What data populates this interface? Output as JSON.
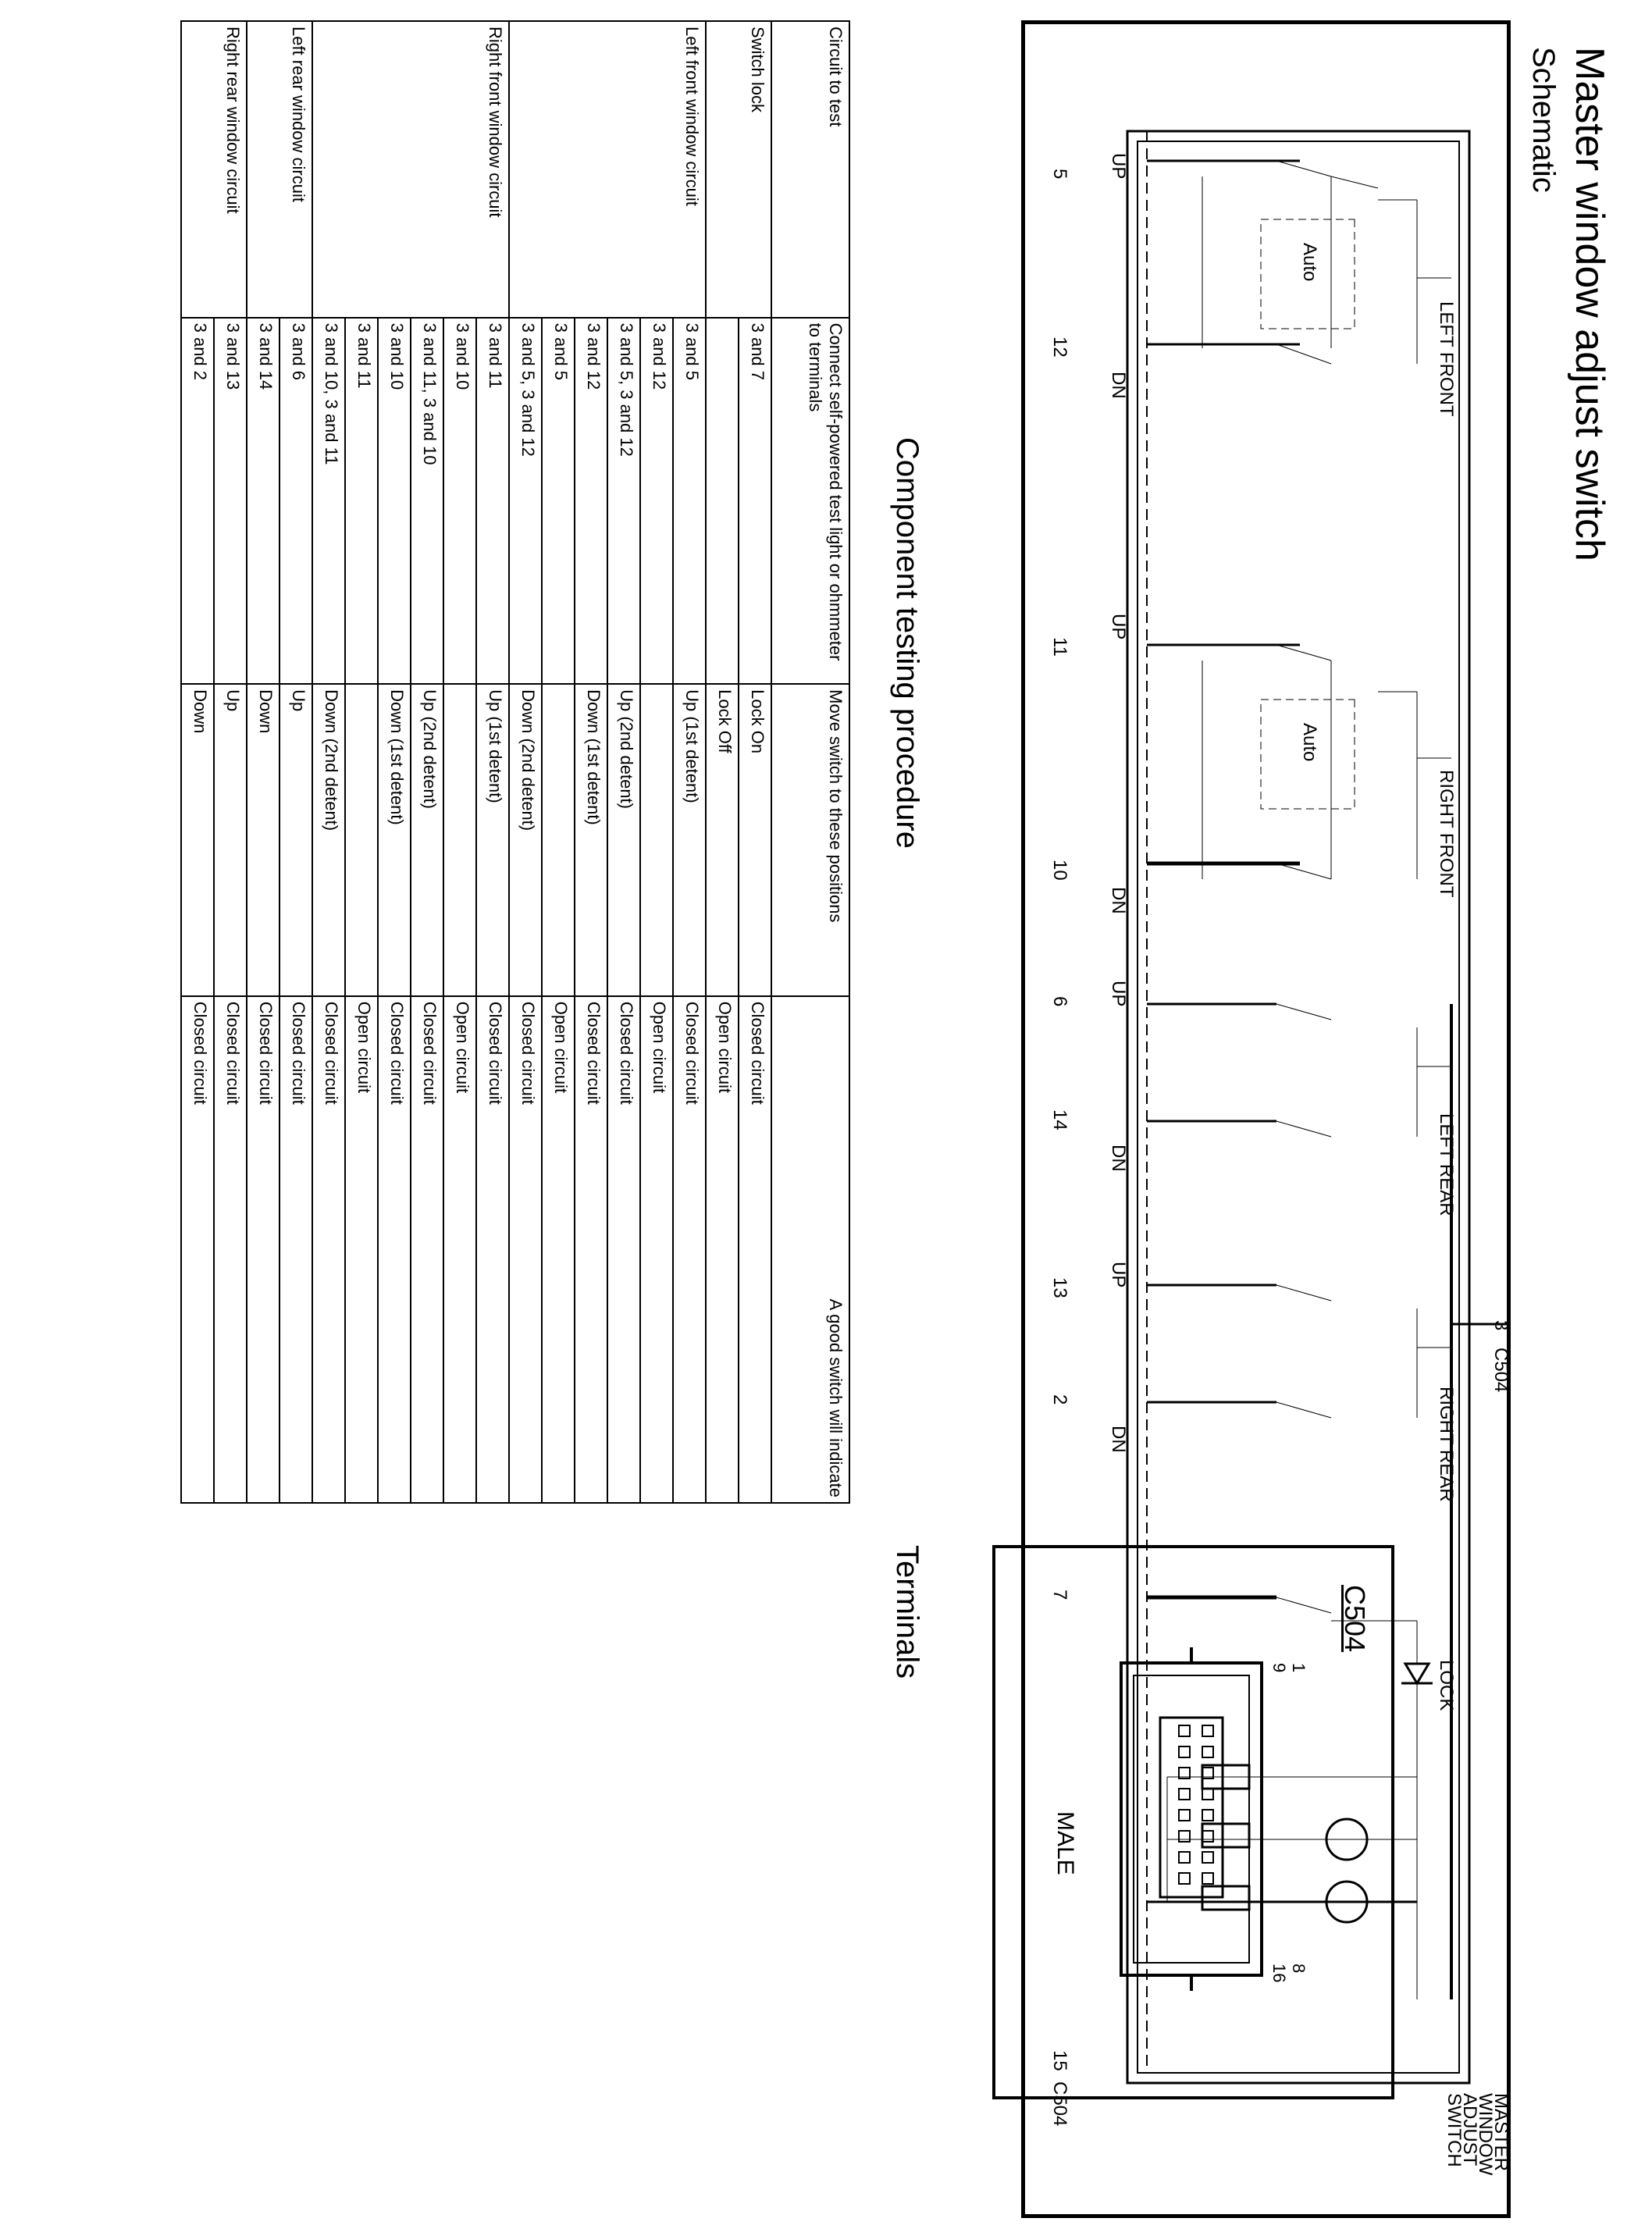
{
  "title": "Master window adjust switch",
  "schematic": {
    "heading": "Schematic",
    "section_labels": [
      "LEFT FRONT",
      "RIGHT FRONT",
      "LEFT REAR",
      "RIGHT REAR",
      "LOCK"
    ],
    "auto_label": "Auto",
    "up_label": "UP",
    "dn_label": "DN",
    "connector": "C504",
    "terminals": [
      "5",
      "12",
      "11",
      "10",
      "3",
      "6",
      "14",
      "13",
      "2",
      "7",
      "15"
    ],
    "caption_lines": [
      "MASTER",
      "WINDOW",
      "ADJUST",
      "SWITCH"
    ]
  },
  "procedure": {
    "heading": "Component testing procedure",
    "headers": [
      "Circuit to test",
      "Connect self-powered test light or ohmmeter to terminals",
      "Move switch to these positions",
      "A good switch will indicate"
    ],
    "groups": [
      {
        "circuit": "Switch lock",
        "rows": [
          [
            "3 and 7",
            "Lock On",
            "Closed circuit"
          ],
          [
            "",
            "Lock Off",
            "Open circuit"
          ]
        ]
      },
      {
        "circuit": "Left front window circuit",
        "rows": [
          [
            "3 and 5",
            "Up (1st detent)",
            "Closed circuit"
          ],
          [
            "3 and 12",
            "",
            "Open circuit"
          ],
          [
            "3 and 5, 3 and 12",
            "Up (2nd detent)",
            "Closed circuit"
          ],
          [
            "3 and 12",
            "Down (1st detent)",
            "Closed circuit"
          ],
          [
            "3 and 5",
            "",
            "Open circuit"
          ],
          [
            "3 and 5, 3 and 12",
            "Down (2nd detent)",
            "Closed circuit"
          ]
        ]
      },
      {
        "circuit": "Right front window circuit",
        "rows": [
          [
            "3 and 11",
            "Up (1st detent)",
            "Closed circuit"
          ],
          [
            "3 and 10",
            "",
            "Open circuit"
          ],
          [
            "3 and 11, 3 and 10",
            "Up (2nd detent)",
            "Closed circuit"
          ],
          [
            "3 and 10",
            "Down (1st detent)",
            "Closed circuit"
          ],
          [
            "3 and 11",
            "",
            "Open circuit"
          ],
          [
            "3 and 10, 3 and 11",
            "Down (2nd detent)",
            "Closed circuit"
          ]
        ]
      },
      {
        "circuit": "Left rear window circuit",
        "rows": [
          [
            "3 and 6",
            "Up",
            "Closed circuit"
          ],
          [
            "3 and 14",
            "Down",
            "Closed circuit"
          ]
        ]
      },
      {
        "circuit": "Right rear window circuit",
        "rows": [
          [
            "3 and 13",
            "Up",
            "Closed circuit"
          ],
          [
            "3 and 2",
            "Down",
            "Closed circuit"
          ]
        ]
      }
    ]
  },
  "terminals": {
    "heading": "Terminals",
    "connector": "C504",
    "pins": [
      "1",
      "9",
      "8",
      "16"
    ],
    "gender": "MALE"
  }
}
